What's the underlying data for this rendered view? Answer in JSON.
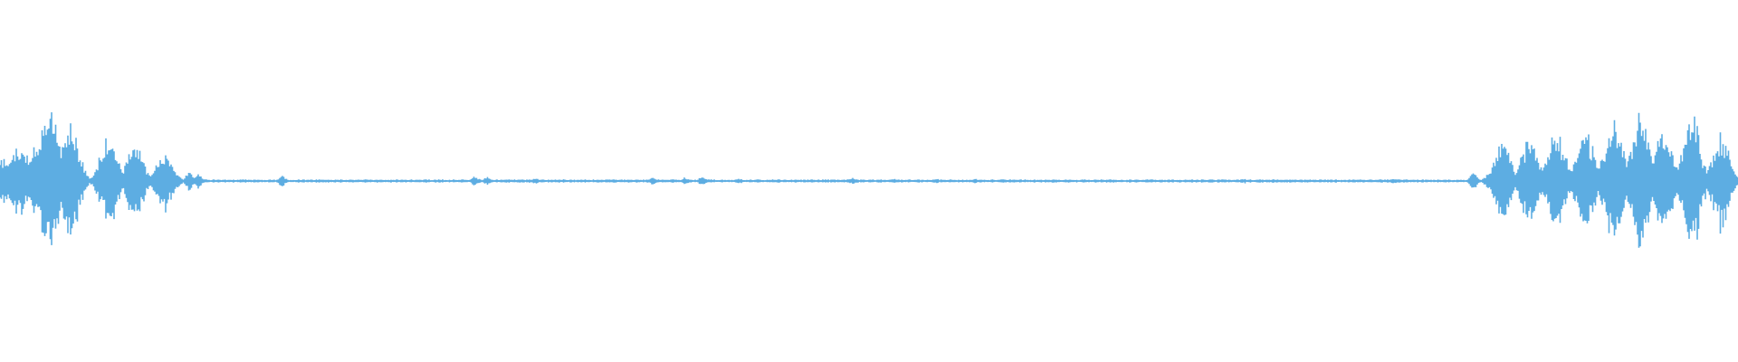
{
  "waveform": {
    "color": "#5dade2",
    "bursts": [
      {
        "center": 0.0025,
        "amplitude": 0.16
      },
      {
        "center": 0.0115,
        "amplitude": 0.28
      },
      {
        "center": 0.0185,
        "amplitude": 0.25
      },
      {
        "center": 0.0285,
        "amplitude": 0.6
      },
      {
        "center": 0.0405,
        "amplitude": 0.45
      },
      {
        "center": 0.0625,
        "amplitude": 0.34
      },
      {
        "center": 0.0775,
        "amplitude": 0.28
      },
      {
        "center": 0.0945,
        "amplitude": 0.22
      },
      {
        "center": 0.109,
        "amplitude": 0.08
      },
      {
        "center": 0.114,
        "amplitude": 0.06
      },
      {
        "center": 0.1625,
        "amplitude": 0.045
      },
      {
        "center": 0.2735,
        "amplitude": 0.035
      },
      {
        "center": 0.2805,
        "amplitude": 0.035
      },
      {
        "center": 0.308,
        "amplitude": 0.02
      },
      {
        "center": 0.3755,
        "amplitude": 0.025
      },
      {
        "center": 0.3945,
        "amplitude": 0.028
      },
      {
        "center": 0.404,
        "amplitude": 0.035
      },
      {
        "center": 0.4255,
        "amplitude": 0.02
      },
      {
        "center": 0.4905,
        "amplitude": 0.025
      },
      {
        "center": 0.5135,
        "amplitude": 0.02
      },
      {
        "center": 0.5385,
        "amplitude": 0.02
      },
      {
        "center": 0.5605,
        "amplitude": 0.02
      },
      {
        "center": 0.7155,
        "amplitude": 0.02
      },
      {
        "center": 0.8015,
        "amplitude": 0.02
      },
      {
        "center": 0.848,
        "amplitude": 0.08
      },
      {
        "center": 0.8645,
        "amplitude": 0.32
      },
      {
        "center": 0.88,
        "amplitude": 0.33
      },
      {
        "center": 0.8955,
        "amplitude": 0.4
      },
      {
        "center": 0.912,
        "amplitude": 0.4
      },
      {
        "center": 0.9285,
        "amplitude": 0.5
      },
      {
        "center": 0.9435,
        "amplitude": 0.54
      },
      {
        "center": 0.9575,
        "amplitude": 0.45
      },
      {
        "center": 0.9735,
        "amplitude": 0.5
      },
      {
        "center": 0.9905,
        "amplitude": 0.38
      }
    ]
  }
}
